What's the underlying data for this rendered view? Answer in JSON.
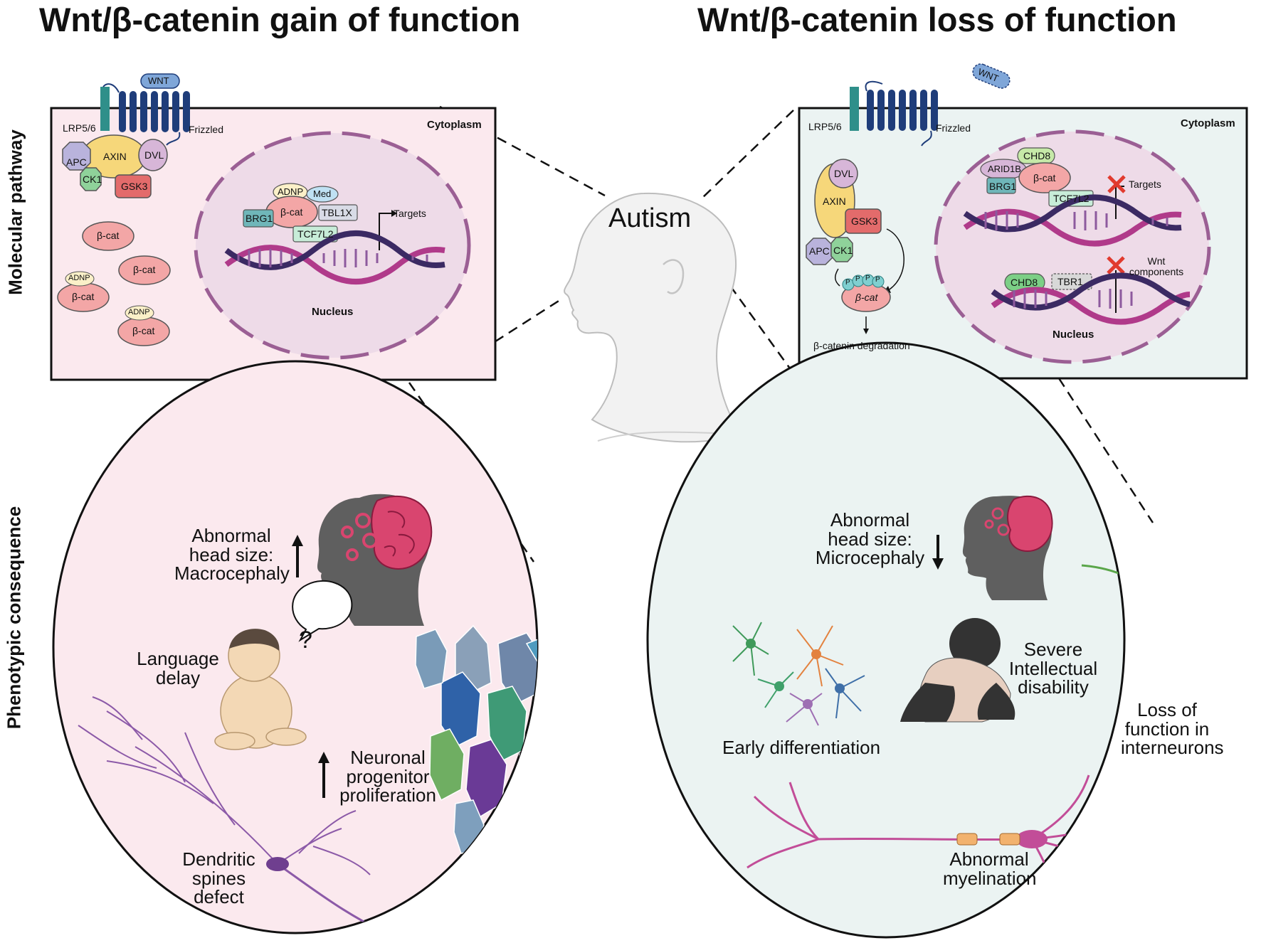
{
  "titles": {
    "left": "Wnt/β-catenin gain of function",
    "right": "Wnt/β-catenin loss of function"
  },
  "side_labels": {
    "top": "Molecular pathway",
    "bottom": "Phenotypic consequence"
  },
  "center": {
    "label": "Autism"
  },
  "left_pathway": {
    "wnt": "WNT",
    "lrp": "LRP5/6",
    "frizzled": "Frizzled",
    "cytoplasm": "Cytoplasm",
    "nucleus": "Nucleus",
    "targets": "Targets",
    "apc": "APC",
    "axin": "AXIN",
    "dvl": "DVL",
    "ck1": "CK1",
    "gsk3": "GSK3",
    "bcat": "β-cat",
    "adnp": "ADNP",
    "med": "Med",
    "brg1": "BRG1",
    "tbl1x": "TBL1X",
    "tcf7l2": "TCF7L2"
  },
  "right_pathway": {
    "wnt": "WNT",
    "lrp": "LRP5/6",
    "frizzled": "Frizzled",
    "cytoplasm": "Cytoplasm",
    "nucleus": "Nucleus",
    "targets": "Targets",
    "wnt_components": "Wnt components",
    "dvl": "DVL",
    "axin": "AXIN",
    "gsk3": "GSK3",
    "apc": "APC",
    "ck1": "CK1",
    "p": "P",
    "bcat": "β-cat",
    "degradation": "β-catenin degradation",
    "chd8": "CHD8",
    "arid1b": "ARID1B",
    "brg1": "BRG1",
    "tcf7l2": "TCF7L2",
    "tbr1": "TBR1"
  },
  "left_phenotype": {
    "head_size": "Abnormal head size: Macrocephaly",
    "language": "Language delay",
    "question": "?",
    "progenitor": "Neuronal progenitor proliferation",
    "dendritic": "Dendritic spines defect"
  },
  "right_phenotype": {
    "head_size": "Abnormal head size: Microcephaly",
    "early_diff": "Early differentiation",
    "intellectual": "Severe Intellectual disability",
    "interneurons": "Loss of function in interneurons",
    "myelination": "Abnormal myelination"
  },
  "colors": {
    "left_bg": "#fbe9ee",
    "right_bg": "#ebf3f2",
    "nucleus": "#eedbe8",
    "receptor": "#1f3d7a",
    "lrp": "#2f8f8a",
    "dna_magenta": "#b03a8a",
    "dna_purple": "#3b2a63",
    "bcat": "#f3a6a6"
  }
}
